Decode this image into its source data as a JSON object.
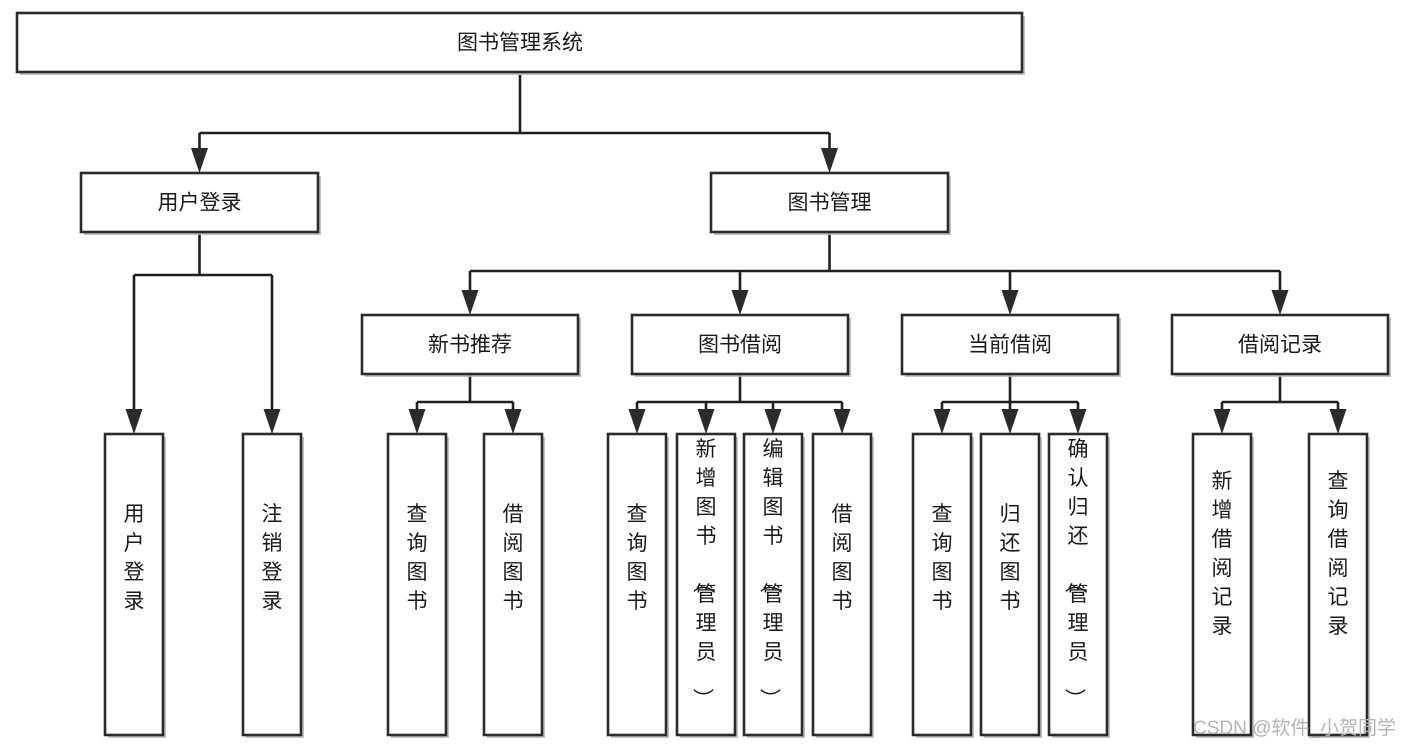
{
  "diagram": {
    "type": "tree-hierarchy",
    "title": "图书管理系统",
    "orientation": "top-down",
    "background_color": "#ffffff",
    "box_stroke_color": "#2b2b2b",
    "box_fill_color": "#ffffff",
    "connector_color": "#1f1f1f",
    "text_color": "#1a1a1a"
  },
  "root": {
    "label": "图书管理系统"
  },
  "level2": [
    {
      "label": "用户登录"
    },
    {
      "label": "图书管理"
    }
  ],
  "level3": [
    {
      "label": "新书推荐"
    },
    {
      "label": "图书借阅"
    },
    {
      "label": "当前借阅"
    },
    {
      "label": "借阅记录"
    }
  ],
  "leaves": {
    "user_login": [
      {
        "label": "用户登录"
      },
      {
        "label": "注销登录"
      }
    ],
    "new_book_recommend": [
      {
        "label": "查询图书"
      },
      {
        "label": "借阅图书"
      }
    ],
    "book_borrow": [
      {
        "label": "查询图书"
      },
      {
        "label": "新增图书（管理员）"
      },
      {
        "label": "编辑图书（管理员）"
      },
      {
        "label": "借阅图书"
      }
    ],
    "current_borrow": [
      {
        "label": "查询图书"
      },
      {
        "label": "归还图书"
      },
      {
        "label": "确认归还（管理员）"
      }
    ],
    "borrow_records": [
      {
        "label": "新增借阅记录"
      },
      {
        "label": "查询借阅记录"
      }
    ]
  },
  "watermark": {
    "text": "CSDN @软件_小贺同学",
    "color": "#b4b4b4"
  }
}
